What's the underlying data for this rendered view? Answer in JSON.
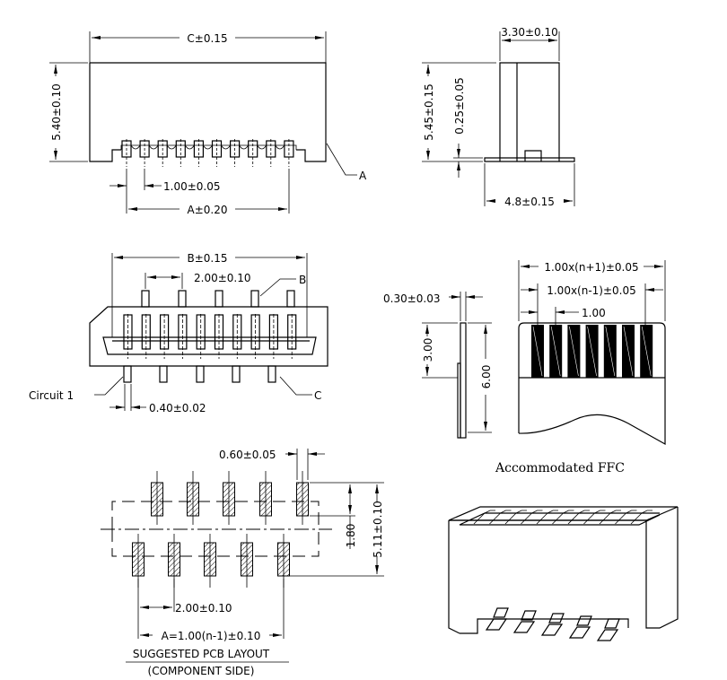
{
  "front_view": {
    "width_dim": "C±0.15",
    "height_dim": "5.40±0.10",
    "pitch_dim": "1.00±0.05",
    "span_dim": "A±0.20",
    "callout": "A"
  },
  "side_view": {
    "depth_dim": "3.30±0.10",
    "height_dim": "5.45±0.15",
    "standoff_dim": "0.25±0.05",
    "base_dim": "4.8±0.15"
  },
  "bottom_view": {
    "width_dim": "B±0.15",
    "pitch_dim": "2.00±0.10",
    "callout_b": "B",
    "circuit_label": "Circuit 1",
    "pin_width_dim": "0.40±0.02",
    "callout_c": "C"
  },
  "ffc": {
    "thickness_dim": "0.30±0.03",
    "stiffener_dim": "3.00",
    "length_dim": "6.00",
    "overall_dim": "1.00x(n+1)±0.05",
    "conductor_span_dim": "1.00x(n-1)±0.05",
    "pitch_dim": "1.00",
    "caption": "Accommodated FFC"
  },
  "pcb_layout": {
    "pad_width_dim": "0.60±0.05",
    "row_offset_dim": "1.80",
    "overall_dim": "5.11±0.10",
    "pitch_dim": "2.00±0.10",
    "span_dim": "A=1.00(n-1)±0.10",
    "title": "SUGGESTED PCB LAYOUT",
    "subtitle": "(COMPONENT SIDE)"
  }
}
